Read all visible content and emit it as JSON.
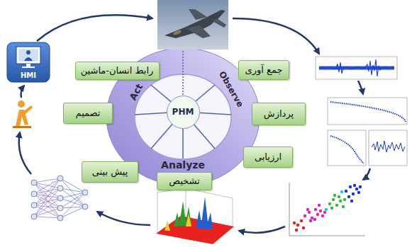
{
  "diagram": {
    "nodes": [
      {
        "text": [
          "HMI"
        ]
      },
      {
        "text": [
          "رابط انسان-ماشین"
        ]
      },
      {
        "text": [
          "جمع آوری"
        ]
      },
      {
        "text": [
          "تصمیم"
        ]
      },
      {
        "text": [
          "PHM"
        ]
      },
      {
        "text": [
          "پردازش"
        ]
      },
      {
        "text": [
          "ارزیابی"
        ]
      },
      {
        "text": [
          "پیش بینی"
        ]
      },
      {
        "text": [
          "تشخیص"
        ]
      }
    ],
    "labels": [
      "Act",
      "Observe",
      "Analyze"
    ]
  }
}
